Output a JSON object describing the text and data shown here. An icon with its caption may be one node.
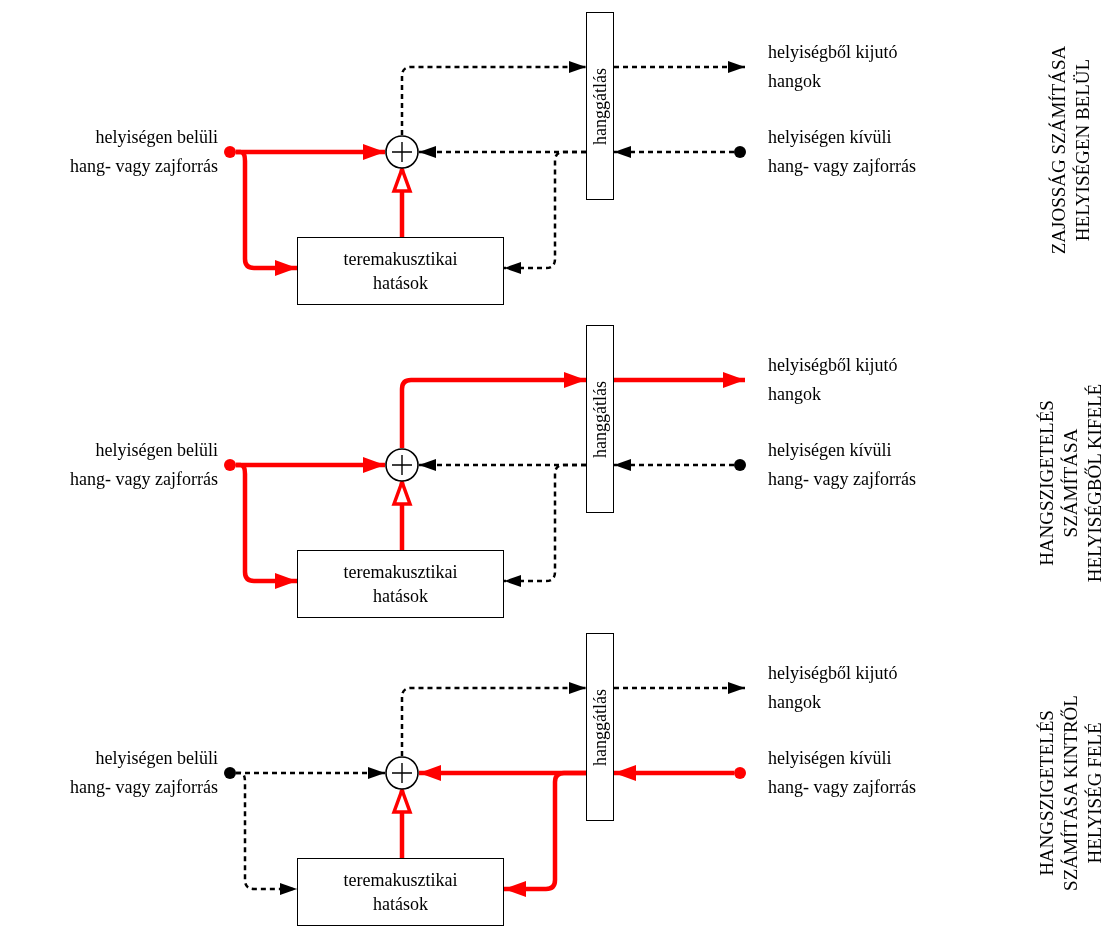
{
  "diagram": {
    "nodes": [
      {
        "text": [],
        "shape": "circle",
        "beside": [
          "helyiségen belüli hang- vagy zajforrás"
        ]
      },
      {
        "text": [],
        "shape": "circle"
      },
      {
        "text": [
          "hanggátlás"
        ]
      },
      {
        "text": [
          "teremakusztikai hatások"
        ]
      },
      {
        "text": [
          "helyiségből kijutó hangok"
        ]
      },
      {
        "text": [],
        "shape": "circle",
        "beside": [
          "helyiségen kívüli hang- vagy zajforrás"
        ]
      },
      {
        "text": [],
        "shape": "circle",
        "beside": [
          "helyiségen belüli hang- vagy zajforrás"
        ]
      },
      {
        "text": [],
        "shape": "circle"
      },
      {
        "text": [
          "hanggátlás"
        ]
      },
      {
        "text": [
          "teremakusztikai hatások"
        ]
      },
      {
        "text": [
          "helyiségből kijutó hangok"
        ]
      },
      {
        "text": [],
        "shape": "circle",
        "beside": [
          "helyiségen kívüli hang- vagy zajforrás"
        ]
      },
      {
        "text": [],
        "shape": "circle",
        "beside": [
          "helyiségen belüli hang- vagy zajforrás"
        ]
      },
      {
        "text": [],
        "shape": "circle"
      },
      {
        "text": [
          "hanggátlás"
        ]
      },
      {
        "text": [
          "teremakusztikai hatások"
        ]
      },
      {
        "text": [
          "helyiségből kijutó hangok"
        ]
      },
      {
        "text": [],
        "shape": "circle",
        "beside": [
          "helyiségen kívüli hang- vagy zajforrás"
        ]
      }
    ],
    "edges": [
      {
        "from": 0,
        "to": 1,
        "arrow": "to",
        "style": "thick",
        "color": "#ff0000"
      },
      {
        "from": 0,
        "to": 3,
        "arrow": "to",
        "style": "thick",
        "color": "#ff0000"
      },
      {
        "from": 3,
        "to": 1,
        "arrow": "to",
        "style": "thick",
        "color": "#ff0000"
      },
      {
        "from": 1,
        "to": 2,
        "arrow": "to",
        "style": "dashed",
        "color": "#000000"
      },
      {
        "from": 2,
        "to": 4,
        "arrow": "to",
        "style": "dashed",
        "color": "#000000"
      },
      {
        "from": 5,
        "to": 2,
        "arrow": "to",
        "style": "dashed",
        "color": "#000000"
      },
      {
        "from": 2,
        "to": 1,
        "arrow": "to",
        "style": "dashed",
        "color": "#000000"
      },
      {
        "from": 2,
        "to": 3,
        "arrow": "to",
        "style": "dashed",
        "color": "#000000"
      },
      {
        "from": 6,
        "to": 7,
        "arrow": "to",
        "style": "thick",
        "color": "#ff0000"
      },
      {
        "from": 6,
        "to": 9,
        "arrow": "to",
        "style": "thick",
        "color": "#ff0000"
      },
      {
        "from": 9,
        "to": 7,
        "arrow": "to",
        "style": "thick",
        "color": "#ff0000"
      },
      {
        "from": 7,
        "to": 8,
        "arrow": "to",
        "style": "thick",
        "color": "#ff0000"
      },
      {
        "from": 8,
        "to": 10,
        "arrow": "to",
        "style": "thick",
        "color": "#ff0000"
      },
      {
        "from": 11,
        "to": 8,
        "arrow": "to",
        "style": "dashed",
        "color": "#000000"
      },
      {
        "from": 8,
        "to": 7,
        "arrow": "to",
        "style": "dashed",
        "color": "#000000"
      },
      {
        "from": 8,
        "to": 9,
        "arrow": "to",
        "style": "dashed",
        "color": "#000000"
      },
      {
        "from": 12,
        "to": 13,
        "arrow": "to",
        "style": "dashed",
        "color": "#000000"
      },
      {
        "from": 12,
        "to": 15,
        "arrow": "to",
        "style": "dashed",
        "color": "#000000"
      },
      {
        "from": 15,
        "to": 13,
        "arrow": "to",
        "style": "thick",
        "color": "#ff0000"
      },
      {
        "from": 13,
        "to": 14,
        "arrow": "to",
        "style": "dashed",
        "color": "#000000"
      },
      {
        "from": 14,
        "to": 16,
        "arrow": "to",
        "style": "dashed",
        "color": "#000000"
      },
      {
        "from": 17,
        "to": 14,
        "arrow": "to",
        "style": "thick",
        "color": "#ff0000"
      },
      {
        "from": 14,
        "to": 13,
        "arrow": "to",
        "style": "thick",
        "color": "#ff0000"
      },
      {
        "from": 14,
        "to": 15,
        "arrow": "to",
        "style": "thick",
        "color": "#ff0000"
      }
    ],
    "labels": [
      "ZAJOSSÁG SZÁMÍTÁSA HELYISÉGEN BELÜL",
      "HANGSZIGETELÉS SZÁMÍTÁSA HELYISÉGBŐL KIFELÉ",
      "HANGSZIGETELÉS SZÁMÍTÁSA KINTRŐL HELYISÉG FELÉ"
    ]
  }
}
